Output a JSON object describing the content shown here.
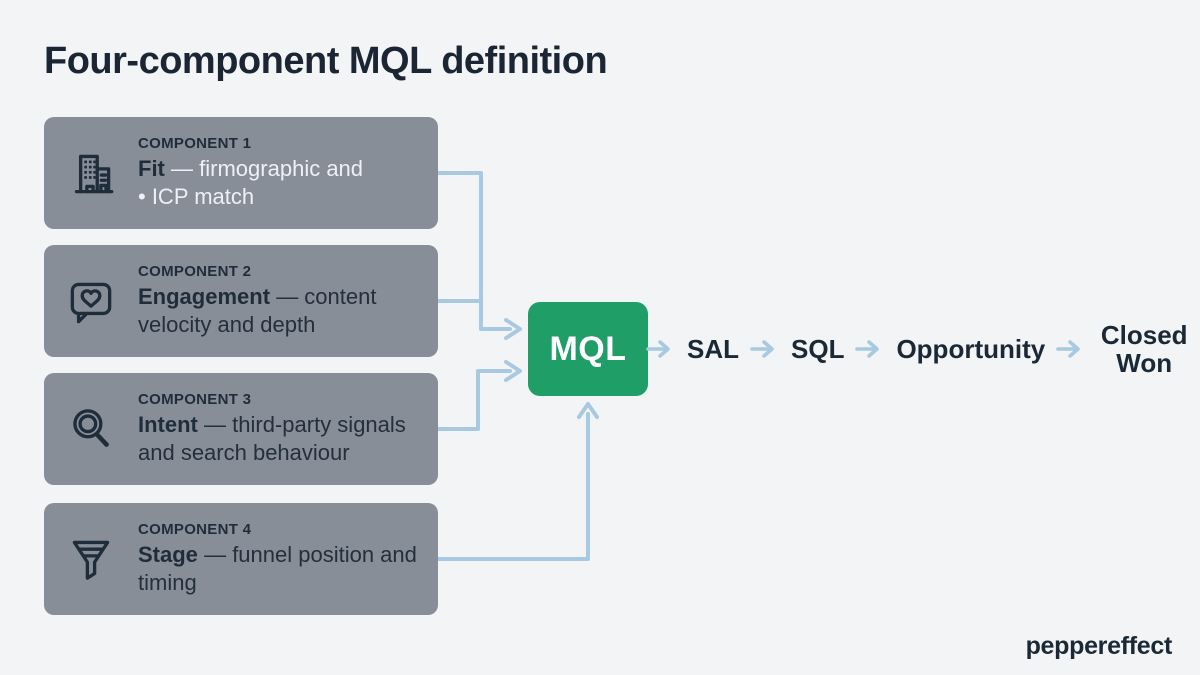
{
  "title": "Four-component MQL definition",
  "cards": [
    {
      "label": "COMPONENT 1",
      "keyword": "Fit",
      "description": "— firmographic and\n• ICP match",
      "icon": "building-icon"
    },
    {
      "label": "COMPONENT 2",
      "keyword": "Engagement",
      "description": "— content velocity and depth",
      "icon": "chat-heart-icon"
    },
    {
      "label": "COMPONENT 3",
      "keyword": "Intent",
      "description": "— third-party signals and search behaviour",
      "icon": "magnifier-icon"
    },
    {
      "label": "COMPONENT 4",
      "keyword": "Stage",
      "description": "— funnel position and timing",
      "icon": "funnel-icon"
    }
  ],
  "hub": {
    "label": "MQL"
  },
  "pipeline": {
    "stages": [
      "SAL",
      "SQL",
      "Opportunity",
      "Closed Won"
    ]
  },
  "brand": "peppereffect",
  "colors": {
    "background": "#f2f4f6",
    "card_gray": "#878e98",
    "dark_navy": "#1f2c3a",
    "hub_green": "#1f9e68",
    "arrow_blue": "#a7c9e2",
    "light_text": "#edf1f5"
  }
}
